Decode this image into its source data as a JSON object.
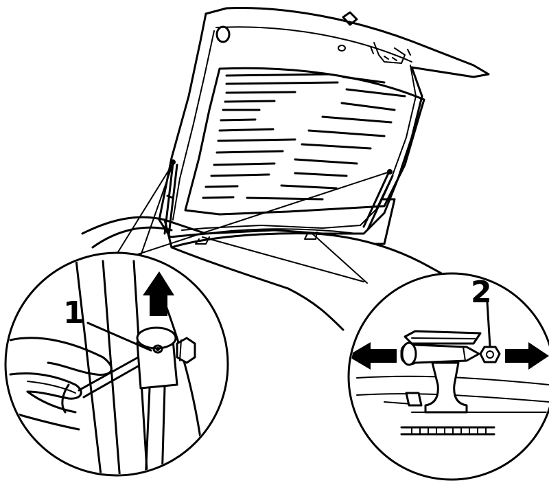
{
  "callouts": [
    {
      "id": "1",
      "label": "1"
    },
    {
      "id": "2",
      "label": "2"
    }
  ],
  "arrows": [
    {
      "callout": "1",
      "direction": "up"
    },
    {
      "callout": "2",
      "direction": "left"
    },
    {
      "callout": "2",
      "direction": "right"
    }
  ]
}
